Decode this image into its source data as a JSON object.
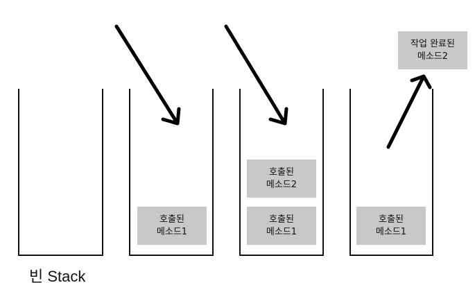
{
  "stacks": [
    {
      "caption": "빈 Stack",
      "blocks": []
    },
    {
      "caption": "",
      "blocks": [
        {
          "line1": "호출된",
          "line2": "메소드1"
        }
      ]
    },
    {
      "caption": "",
      "blocks": [
        {
          "line1": "호출된",
          "line2": "메소드2"
        },
        {
          "line1": "호출된",
          "line2": "메소드1"
        }
      ]
    },
    {
      "caption": "",
      "blocks": [
        {
          "line1": "호출된",
          "line2": "메소드1"
        }
      ]
    }
  ],
  "completed": {
    "line1": "작업 완료된",
    "line2": "메소드2"
  },
  "arrows": [
    {
      "role": "push-method1",
      "direction": "down"
    },
    {
      "role": "push-method2",
      "direction": "down"
    },
    {
      "role": "pop-method2",
      "direction": "up"
    }
  ]
}
